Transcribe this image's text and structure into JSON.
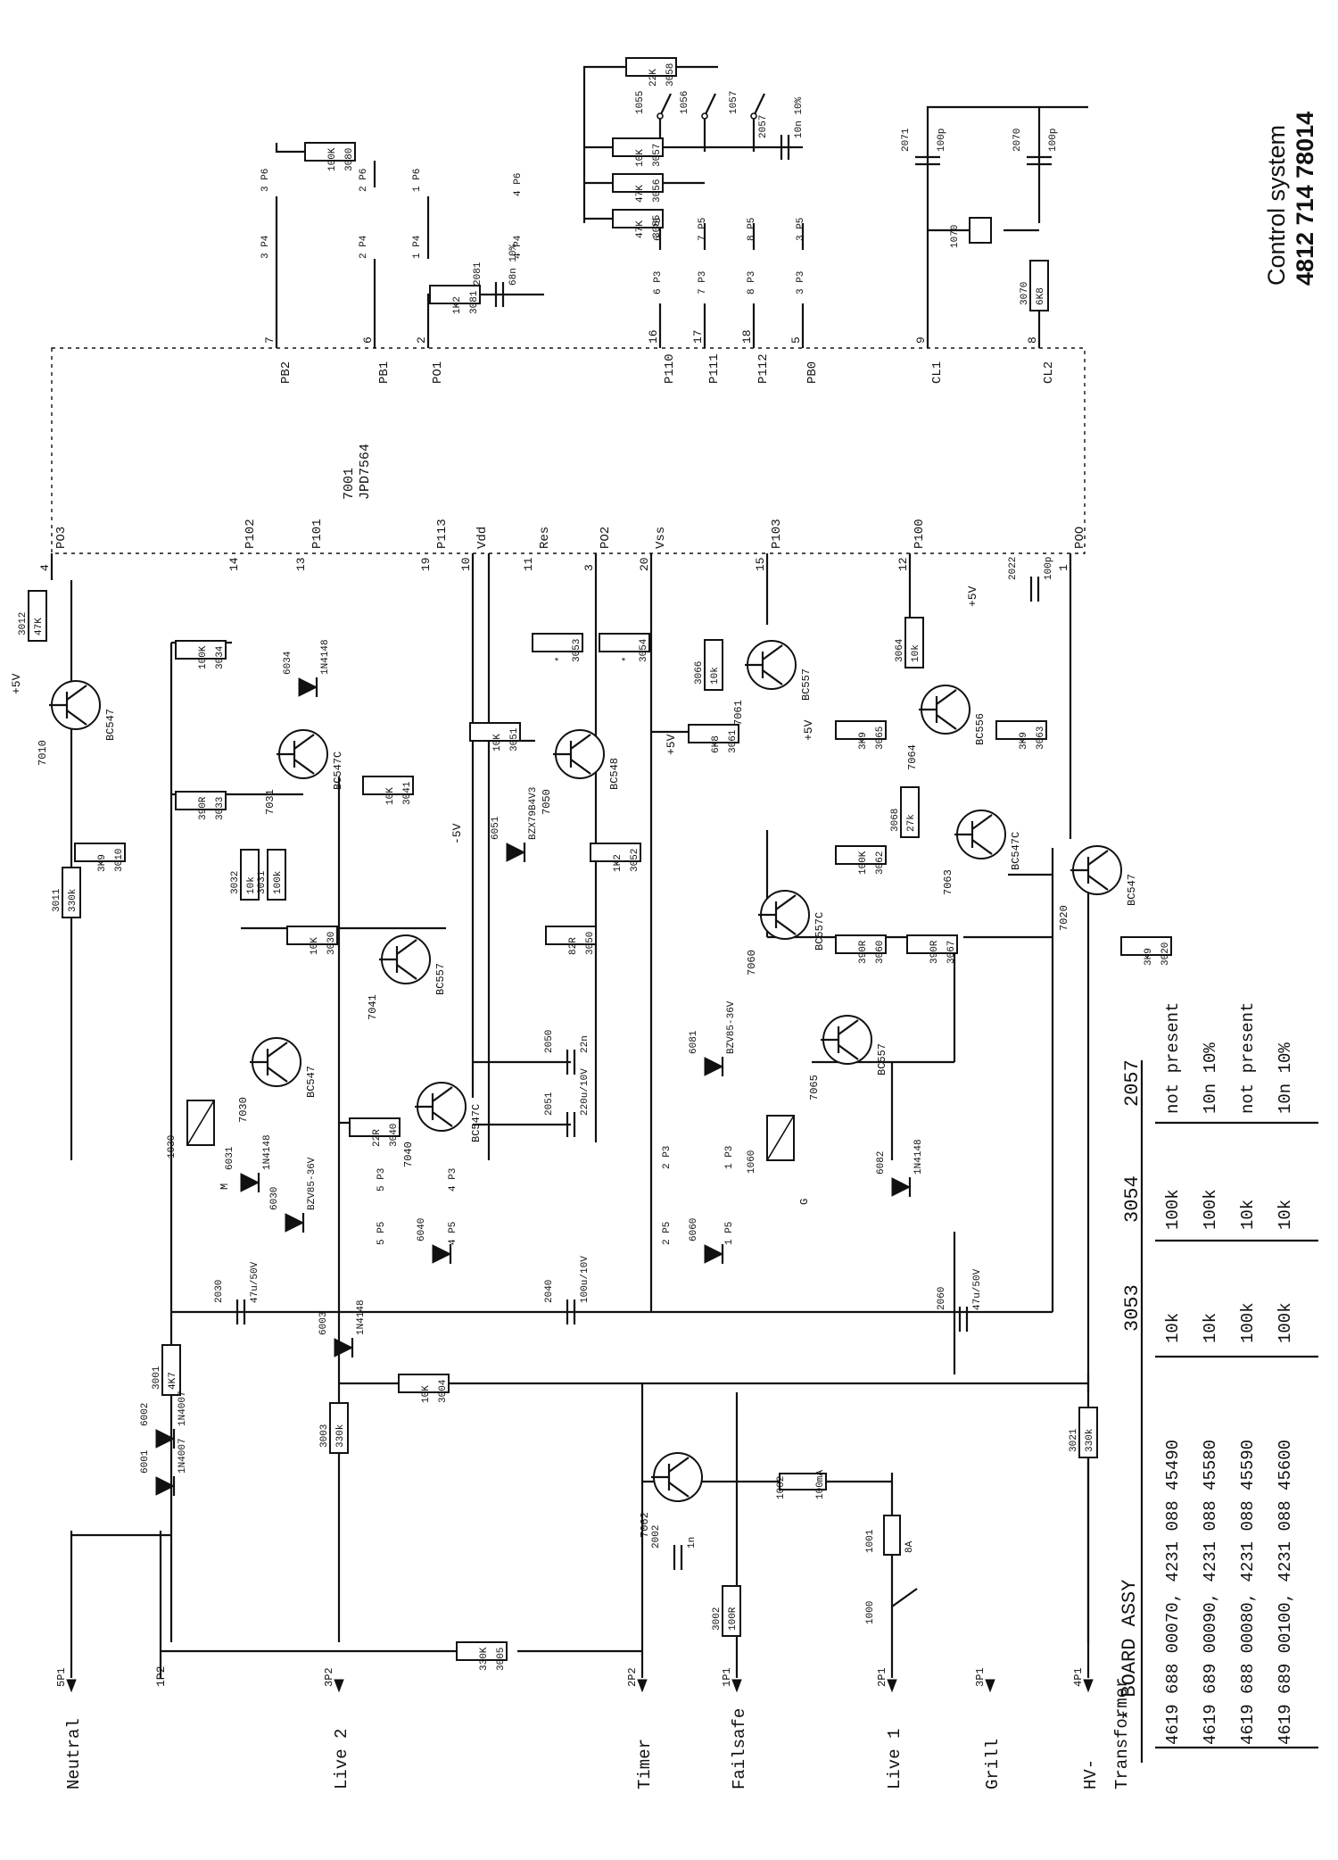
{
  "title": {
    "line1": "Control system",
    "line2": "4812 714 78014"
  },
  "ic": {
    "ref": "7001",
    "part": "JPD7564",
    "top_pins": [
      {
        "name": "PB2",
        "num": "7"
      },
      {
        "name": "PB1",
        "num": "6"
      },
      {
        "name": "PO1",
        "num": "2"
      },
      {
        "name": "P110",
        "num": "16"
      },
      {
        "name": "P111",
        "num": "17"
      },
      {
        "name": "P112",
        "num": "18"
      },
      {
        "name": "PB0",
        "num": "5"
      },
      {
        "name": "CL1",
        "num": "9"
      },
      {
        "name": "CL2",
        "num": "8"
      }
    ],
    "bottom_pins": [
      {
        "name": "PO3",
        "num": "4"
      },
      {
        "name": "P102",
        "num": "14"
      },
      {
        "name": "P101",
        "num": "13"
      },
      {
        "name": "P113",
        "num": "19"
      },
      {
        "name": "Vdd",
        "num": "10"
      },
      {
        "name": "Res",
        "num": "11"
      },
      {
        "name": "PO2",
        "num": "3"
      },
      {
        "name": "Vss",
        "num": "20"
      },
      {
        "name": "P103",
        "num": "15"
      },
      {
        "name": "P100",
        "num": "12"
      },
      {
        "name": "POO",
        "num": "1"
      }
    ]
  },
  "terminals": [
    {
      "label": "Neutral",
      "pin": "5P1"
    },
    {
      "label": "Live 2",
      "pin": "3P2"
    },
    {
      "label": "Timer",
      "pin": "2P2"
    },
    {
      "label": "Failsafe",
      "pin": "1P1"
    },
    {
      "label": "Live 1",
      "pin": "2P1"
    },
    {
      "label": "Grill",
      "pin": "3P1"
    },
    {
      "label": "HV-",
      "pin": "4P1"
    },
    {
      "label": "Transformer",
      "pin": ""
    }
  ],
  "extra_pin": "1P2",
  "transistors": [
    {
      "ref": "7010",
      "type": "BC547"
    },
    {
      "ref": "7031",
      "type": "BC547C"
    },
    {
      "ref": "7041",
      "type": "BC557"
    },
    {
      "ref": "7030",
      "type": "BC547"
    },
    {
      "ref": "7040",
      "type": "BC547C"
    },
    {
      "ref": "7050",
      "type": "BC548"
    },
    {
      "ref": "7061",
      "type": "BC557"
    },
    {
      "ref": "7064",
      "type": "BC556"
    },
    {
      "ref": "7063",
      "type": "BC547C"
    },
    {
      "ref": "7060",
      "type": "BC557C"
    },
    {
      "ref": "7065",
      "type": "BC557"
    },
    {
      "ref": "7020",
      "type": "BC547"
    },
    {
      "ref": "7062",
      "type": ""
    }
  ],
  "resistors": [
    {
      "ref": "3012",
      "value": "47K"
    },
    {
      "ref": "3010",
      "value": "3K9"
    },
    {
      "ref": "3011",
      "value": "330k"
    },
    {
      "ref": "3034",
      "value": "100K"
    },
    {
      "ref": "3033",
      "value": "390R"
    },
    {
      "ref": "3032",
      "value": "10k"
    },
    {
      "ref": "3031",
      "value": "100k"
    },
    {
      "ref": "3030",
      "value": "10K"
    },
    {
      "ref": "3041",
      "value": "10K"
    },
    {
      "ref": "3040",
      "value": "22R"
    },
    {
      "ref": "3051",
      "value": "10K"
    },
    {
      "ref": "3053",
      "value": "*"
    },
    {
      "ref": "3054",
      "value": "*"
    },
    {
      "ref": "3052",
      "value": "1K2"
    },
    {
      "ref": "3050",
      "value": "82R"
    },
    {
      "ref": "3066",
      "value": "10k"
    },
    {
      "ref": "3061",
      "value": "6K8"
    },
    {
      "ref": "3065",
      "value": "3K9"
    },
    {
      "ref": "3064",
      "value": "10k"
    },
    {
      "ref": "3063",
      "value": "3K9"
    },
    {
      "ref": "3068",
      "value": "27k"
    },
    {
      "ref": "3062",
      "value": "100K"
    },
    {
      "ref": "3060",
      "value": "390R"
    },
    {
      "ref": "3067",
      "value": "390R"
    },
    {
      "ref": "3020",
      "value": "3K9"
    },
    {
      "ref": "3001",
      "value": "4K7"
    },
    {
      "ref": "3003",
      "value": "330k"
    },
    {
      "ref": "3004",
      "value": "10K"
    },
    {
      "ref": "3005",
      "value": "330K"
    },
    {
      "ref": "3002",
      "value": "100R"
    },
    {
      "ref": "3021",
      "value": "330k"
    },
    {
      "ref": "3080",
      "value": "100K"
    },
    {
      "ref": "3081",
      "value": "1K2"
    },
    {
      "ref": "3058",
      "value": "22K"
    },
    {
      "ref": "3057",
      "value": "10K"
    },
    {
      "ref": "3056",
      "value": "47K"
    },
    {
      "ref": "3055",
      "value": "47K"
    },
    {
      "ref": "3070",
      "value": "6K8"
    }
  ],
  "capacitors": [
    {
      "ref": "2030",
      "value": "47u/50V"
    },
    {
      "ref": "2040",
      "value": "100u/10V"
    },
    {
      "ref": "2050",
      "value": "22n"
    },
    {
      "ref": "2051",
      "value": "220u/10V"
    },
    {
      "ref": "2060",
      "value": "47u/50V"
    },
    {
      "ref": "2022",
      "value": "100p"
    },
    {
      "ref": "2002",
      "value": "1n"
    },
    {
      "ref": "2071",
      "value": "100p"
    },
    {
      "ref": "2070",
      "value": "100p"
    },
    {
      "ref": "2081",
      "value": "68n 10%"
    },
    {
      "ref": "2057",
      "value": "10n 10%"
    }
  ],
  "diodes": [
    {
      "ref": "6034",
      "type": "1N4148"
    },
    {
      "ref": "6051",
      "type": "BZX79B4V3"
    },
    {
      "ref": "6031",
      "type": "1N4148"
    },
    {
      "ref": "6030",
      "type": "BZV85-36V"
    },
    {
      "ref": "6081",
      "type": "BZV85-36V"
    },
    {
      "ref": "6082",
      "type": "1N4148"
    },
    {
      "ref": "6003",
      "type": "1N4148"
    },
    {
      "ref": "6001",
      "type": "1N4007"
    },
    {
      "ref": "6002",
      "type": "1N4007"
    },
    {
      "ref": "6040",
      "type": ""
    },
    {
      "ref": "6060",
      "type": ""
    }
  ],
  "relays": [
    {
      "ref": "1030",
      "contact": "M"
    },
    {
      "ref": "1060",
      "contact": "G"
    }
  ],
  "switches": [
    "1055",
    "1056",
    "1057"
  ],
  "misc": [
    {
      "ref": "1070",
      "value": ""
    },
    {
      "ref": "1002",
      "value": "100mA"
    },
    {
      "ref": "1001",
      "value": "8A"
    },
    {
      "ref": "1000",
      "value": ""
    }
  ],
  "pin_labels": [
    "3 P6",
    "2 P6",
    "1 P6",
    "3 P4",
    "2 P4",
    "1 P4",
    "4 P6",
    "4 P4",
    "6 P5",
    "7 P5",
    "8 P5",
    "3 P5",
    "6 P3",
    "7 P3",
    "8 P3",
    "3 P3",
    "5 P3",
    "4 P3",
    "5 P5",
    "4 P5",
    "2 P3",
    "1 P3",
    "2 P5",
    "1 P5"
  ],
  "supply": {
    "plus5": "+5V",
    "minus5": "-5V"
  },
  "assy_table": {
    "title": "* BOARD ASSY",
    "columns": [
      "3053",
      "3054",
      "2057"
    ],
    "rows": [
      {
        "assy": "4619 688 00070,  4231 088 45490",
        "c1": "10k",
        "c2": "100k",
        "c3": "not present"
      },
      {
        "assy": "4619 689 00090,  4231 088 45580",
        "c1": "10k",
        "c2": "100k",
        "c3": "10n 10%"
      },
      {
        "assy": "4619 688 00080,  4231 088 45590",
        "c1": "100k",
        "c2": "10k",
        "c3": "not present"
      },
      {
        "assy": "4619 689 00100,  4231 088 45600",
        "c1": "100k",
        "c2": "10k",
        "c3": "10n 10%"
      }
    ]
  }
}
